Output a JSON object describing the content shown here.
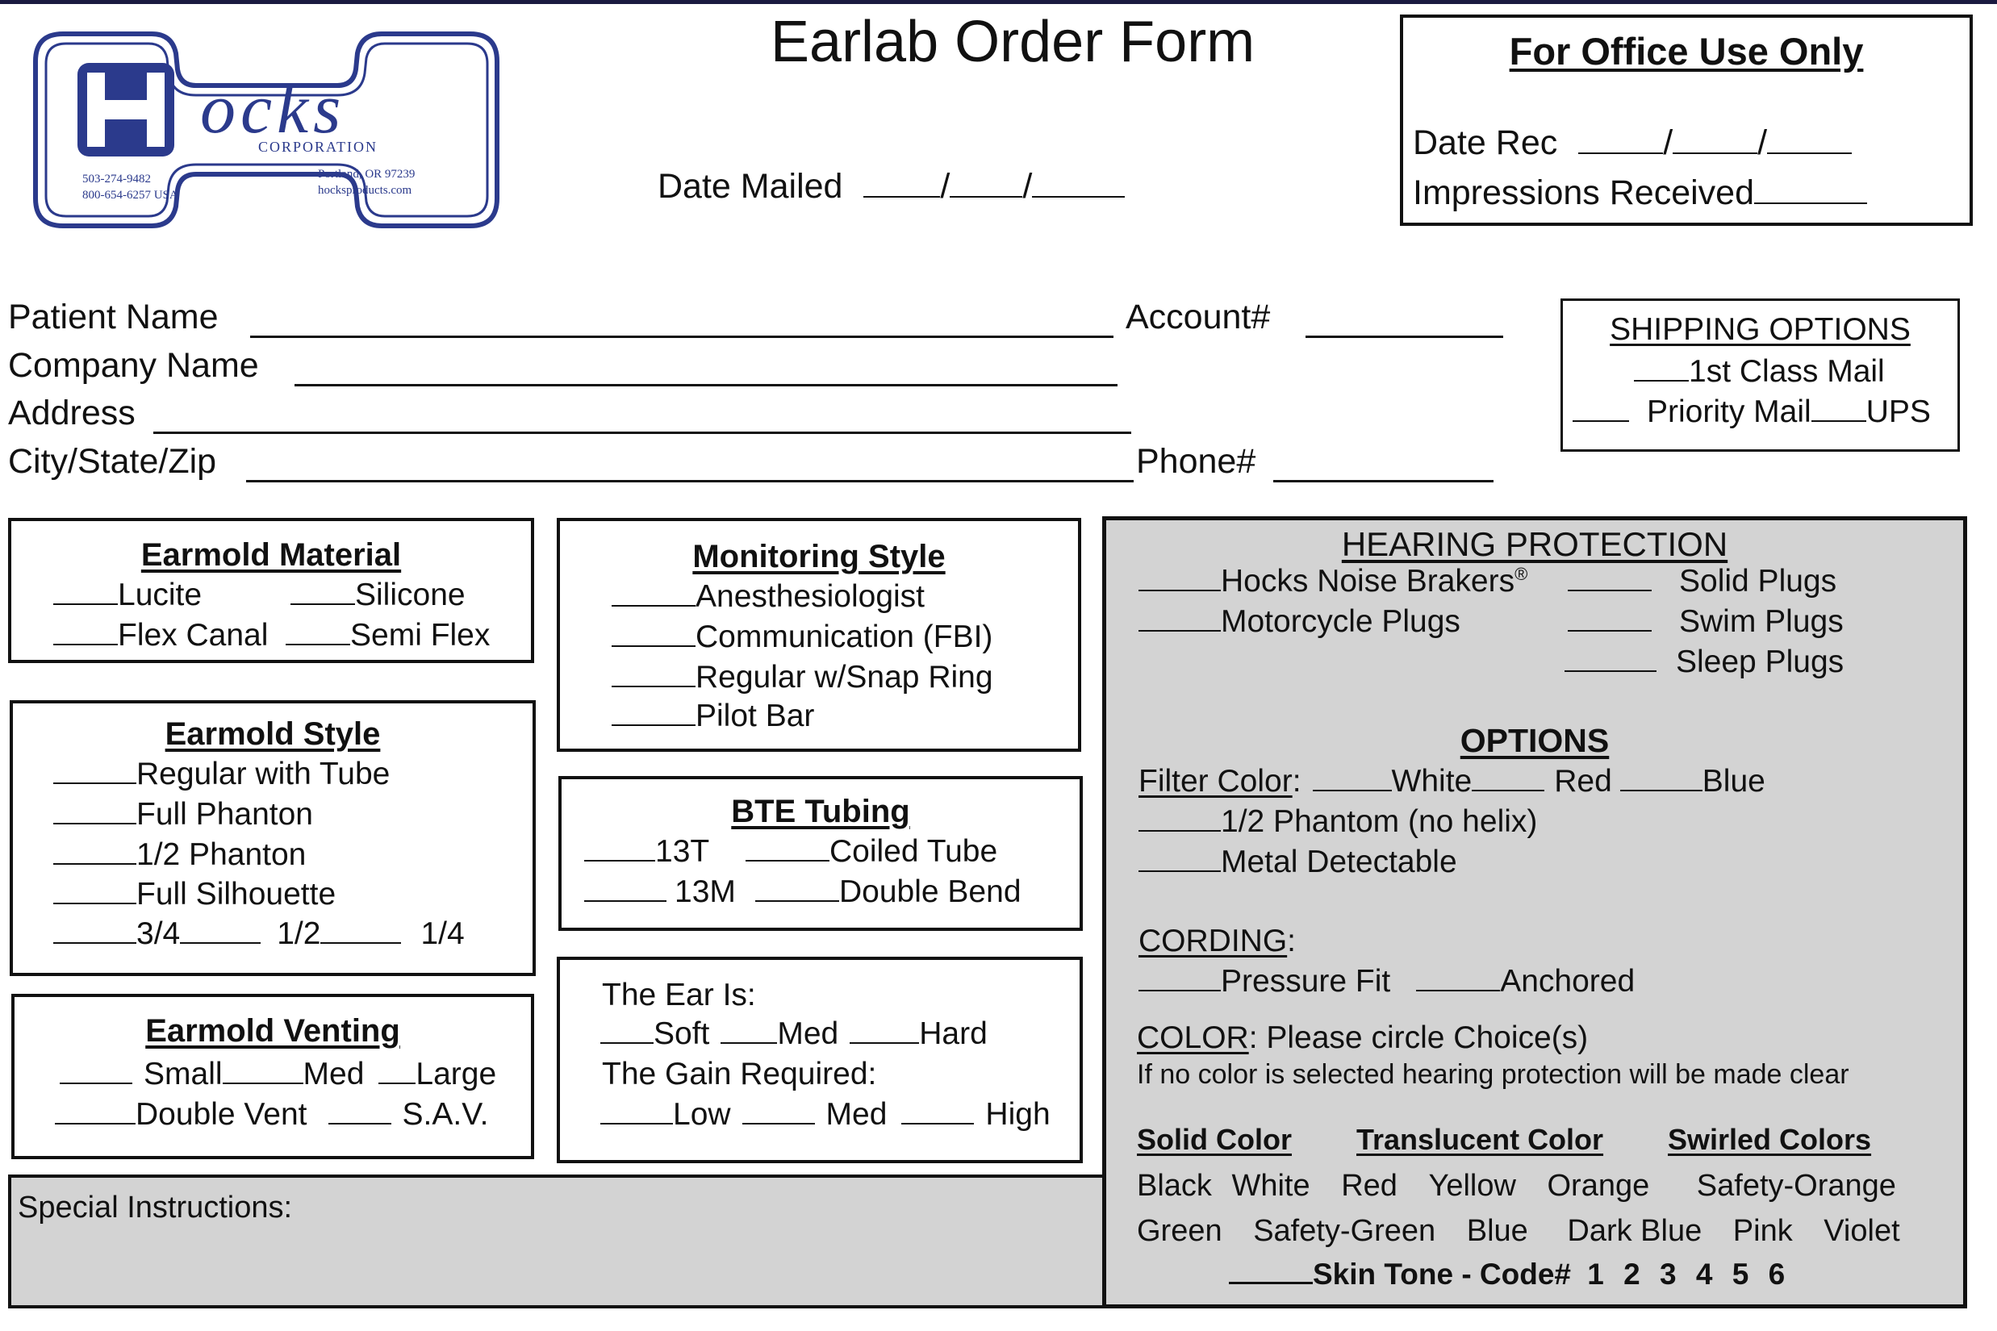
{
  "form": {
    "title": "Earlab Order Form",
    "date_mailed_label": "Date Mailed"
  },
  "logo": {
    "letter": "H",
    "brand_script": "ocks",
    "corporation": "CORPORATION",
    "phone1": "503-274-9482",
    "phone2": "800-654-6257 USA",
    "city": "Portland, OR 97239",
    "website": "hocksproducts.com"
  },
  "office_use": {
    "title": "For Office Use Only",
    "date_rec_label": "Date Rec",
    "impressions_label": "Impressions Received"
  },
  "patient": {
    "patient_name_label": "Patient Name",
    "company_name_label": "Company Name",
    "address_label": "Address",
    "city_state_zip_label": "City/State/Zip",
    "account_label": "Account#",
    "phone_label": "Phone#"
  },
  "shipping": {
    "title": "SHIPPING OPTIONS",
    "first_class": "1st Class Mail",
    "priority": "Priority Mail",
    "ups": "UPS"
  },
  "earmold_material": {
    "title": "Earmold Material",
    "lucite": "Lucite",
    "silicone": "Silicone",
    "flex_canal": "Flex Canal",
    "semi_flex": "Semi Flex"
  },
  "earmold_style": {
    "title": "Earmold Style",
    "regular_with_tube": "Regular with Tube",
    "full_phanton": "Full Phanton",
    "half_phanton": "1/2 Phanton",
    "full_silhouette": "Full Silhouette",
    "three_quarter": "3/4",
    "half": "1/2",
    "quarter": "1/4"
  },
  "earmold_venting": {
    "title": "Earmold Venting",
    "small": "Small",
    "med": "Med",
    "large": "Large",
    "double_vent": "Double Vent",
    "sav": "S.A.V."
  },
  "monitoring_style": {
    "title": "Monitoring Style",
    "anesthesiologist": "Anesthesiologist",
    "communication": "Communication (FBI)",
    "regular_snap": "Regular w/Snap Ring",
    "pilot_bar": "Pilot Bar"
  },
  "bte_tubing": {
    "title": "BTE Tubing",
    "t13": "13T",
    "coiled": "Coiled Tube",
    "m13": "13M",
    "double_bend": "Double Bend"
  },
  "ear_gain": {
    "ear_is_label": "The Ear Is:",
    "soft": "Soft",
    "med": "Med",
    "hard": "Hard",
    "gain_label": "The Gain Required:",
    "low": "Low",
    "gain_med": "Med",
    "high": "High"
  },
  "special": {
    "label": "Special Instructions:"
  },
  "hearing_protection": {
    "title": "HEARING PROTECTION",
    "noise_brakers": "Hocks Noise Brakers",
    "registered": "®",
    "motorcycle": "Motorcycle Plugs",
    "solid_plugs": "Solid Plugs",
    "swim_plugs": "Swim Plugs",
    "sleep_plugs": "Sleep Plugs",
    "options_title": "OPTIONS",
    "filter_color_label": "Filter Color",
    "filter_colon": ":",
    "white": "White",
    "red": "Red",
    "blue": "Blue",
    "half_phantom": "1/2 Phantom (no helix)",
    "metal_detectable": "Metal Detectable",
    "cording_label": "CORDING",
    "cording_colon": ":",
    "pressure_fit": "Pressure Fit",
    "anchored": "Anchored",
    "color_label": "COLOR",
    "color_instruction": ": Please circle Choice(s)",
    "color_note": "If no color is selected hearing protection will be made clear",
    "solid_color": "Solid Color",
    "translucent_color": "Translucent Color",
    "swirled_colors": "Swirled Colors",
    "colors_row1": [
      "Black",
      "White",
      "Red",
      "Yellow",
      "Orange",
      "Safety-Orange"
    ],
    "colors_row2": [
      "Green",
      "Safety-Green",
      "Blue",
      "Dark Blue",
      "Pink",
      "Violet"
    ],
    "skin_tone": "Skin Tone - Code#",
    "skin_codes": [
      "1",
      "2",
      "3",
      "4",
      "5",
      "6"
    ]
  }
}
